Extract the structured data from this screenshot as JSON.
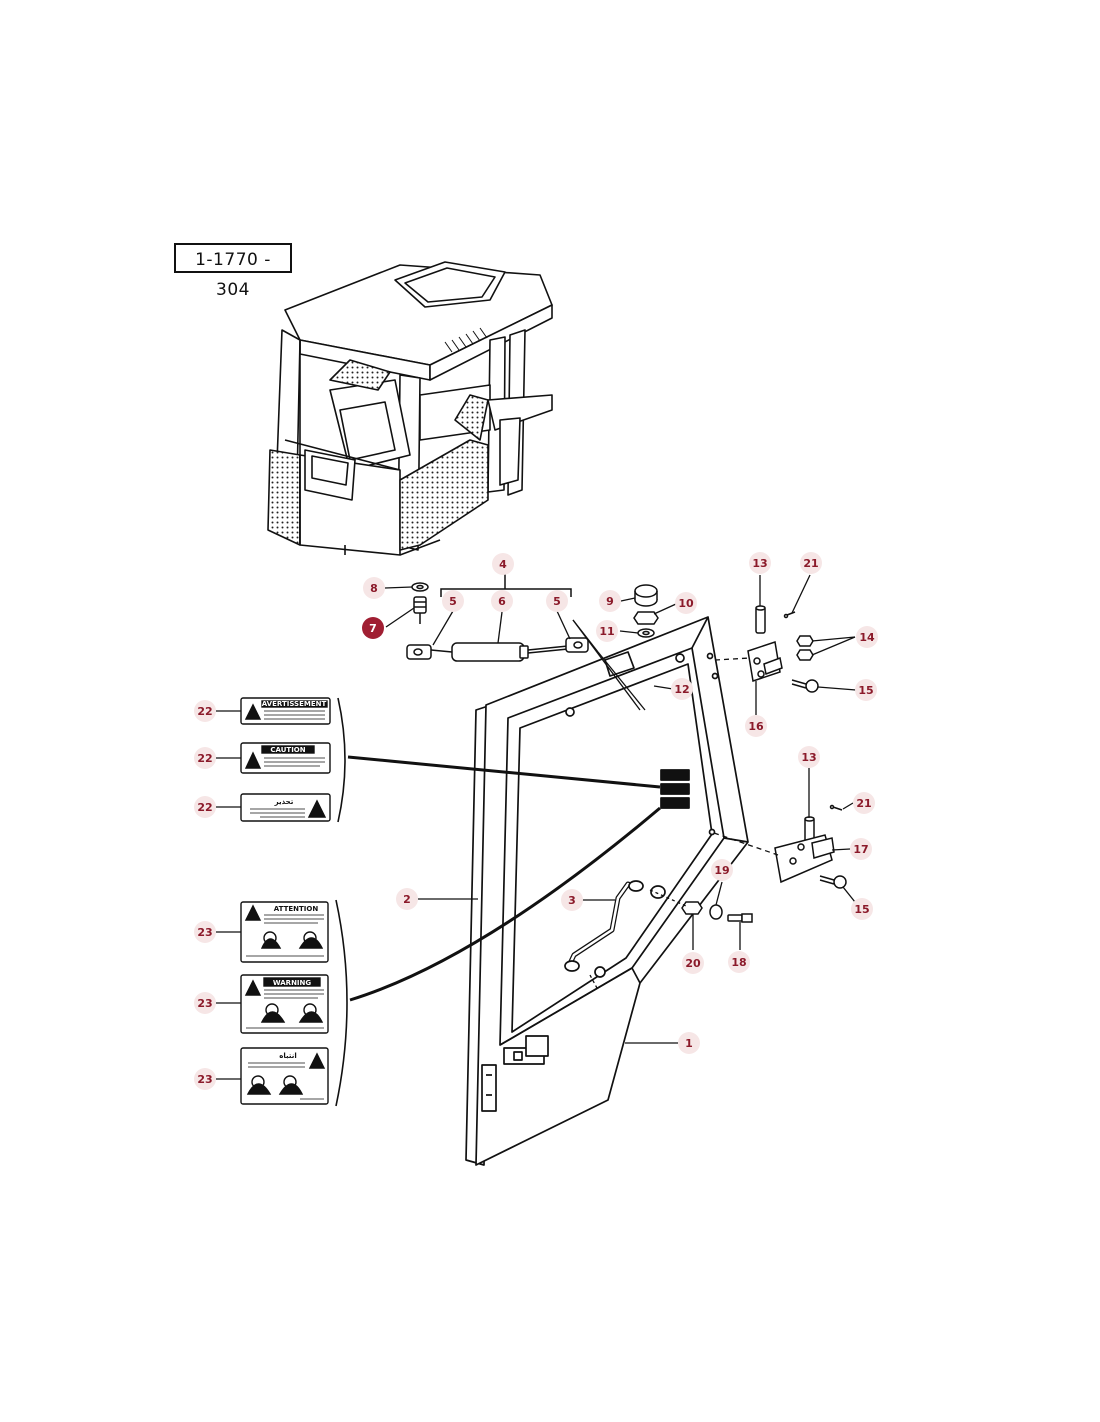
{
  "drawing_number": "1-1770 - 304",
  "colors": {
    "callout_fill": "#f6e6e6",
    "callout_text": "#8b1a2a",
    "highlight_fill": "#a01e32",
    "highlight_text": "#ffffff",
    "line": "#111111"
  },
  "callouts": [
    {
      "id": "c1",
      "label": "1"
    },
    {
      "id": "c2",
      "label": "2"
    },
    {
      "id": "c3",
      "label": "3"
    },
    {
      "id": "c4",
      "label": "4"
    },
    {
      "id": "c5a",
      "label": "5"
    },
    {
      "id": "c5b",
      "label": "5"
    },
    {
      "id": "c6",
      "label": "6"
    },
    {
      "id": "c7",
      "label": "7",
      "highlighted": true
    },
    {
      "id": "c8",
      "label": "8"
    },
    {
      "id": "c9",
      "label": "9"
    },
    {
      "id": "c10",
      "label": "10"
    },
    {
      "id": "c11",
      "label": "11"
    },
    {
      "id": "c12",
      "label": "12"
    },
    {
      "id": "c13a",
      "label": "13"
    },
    {
      "id": "c13b",
      "label": "13"
    },
    {
      "id": "c14",
      "label": "14"
    },
    {
      "id": "c15a",
      "label": "15"
    },
    {
      "id": "c15b",
      "label": "15"
    },
    {
      "id": "c16",
      "label": "16"
    },
    {
      "id": "c17",
      "label": "17"
    },
    {
      "id": "c18",
      "label": "18"
    },
    {
      "id": "c19",
      "label": "19"
    },
    {
      "id": "c20",
      "label": "20"
    },
    {
      "id": "c21a",
      "label": "21"
    },
    {
      "id": "c21b",
      "label": "21"
    },
    {
      "id": "c22a",
      "label": "22"
    },
    {
      "id": "c22b",
      "label": "22"
    },
    {
      "id": "c22c",
      "label": "22"
    },
    {
      "id": "c23a",
      "label": "23"
    },
    {
      "id": "c23b",
      "label": "23"
    },
    {
      "id": "c23c",
      "label": "23"
    }
  ],
  "decals": {
    "avertissement": "AVERTISSEMENT",
    "caution": "CAUTION",
    "arabic_warning": "تحذير",
    "attention": "ATTENTION",
    "warning": "WARNING",
    "arabic_attention": "انتباه"
  }
}
